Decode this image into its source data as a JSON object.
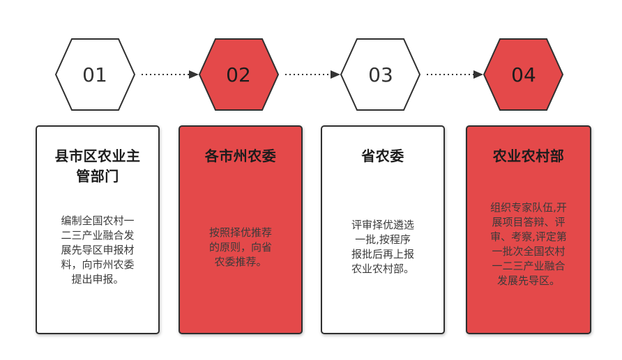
{
  "steps": [
    {
      "number": "01",
      "style": "white",
      "title_lines": [
        "县市区农业主",
        "管部门"
      ],
      "body_lines": [
        "编制全国农村一",
        "二三产业融合发",
        "展先导区申报材",
        "料，向市州农委",
        "提出申报。"
      ]
    },
    {
      "number": "02",
      "style": "red",
      "title_lines": [
        "各市州农委"
      ],
      "body_lines": [
        "按照择优推荐",
        "的原则，向省",
        "农委推荐。"
      ]
    },
    {
      "number": "03",
      "style": "white",
      "title_lines": [
        "省农委"
      ],
      "body_lines": [
        "评审择优遴选",
        "一批,按程序",
        "报批后再上报",
        "农业农村部。"
      ]
    },
    {
      "number": "04",
      "style": "red",
      "title_lines": [
        "农业农村部"
      ],
      "body_lines": [
        "组织专家队伍,开",
        "展项目答辩、评",
        "审、考察,评定第",
        "一批次全国农村",
        "一二三产业融合",
        "发展先导区。"
      ]
    }
  ],
  "colors": {
    "red_fill": "#e4494a",
    "white_fill": "#ffffff",
    "outline": "#2f2f2f",
    "connector": "#333333"
  }
}
